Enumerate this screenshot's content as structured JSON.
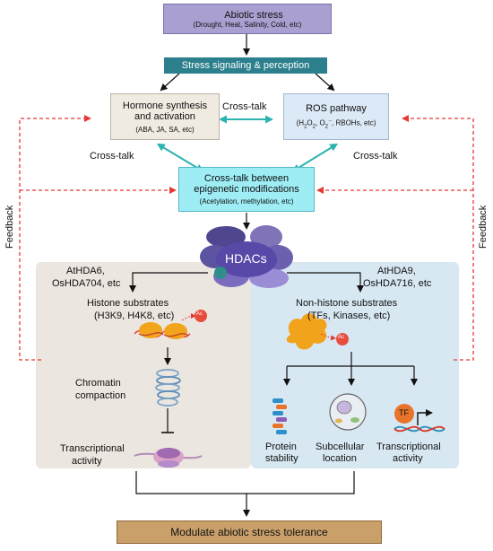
{
  "abiotic_stress": {
    "title": "Abiotic stress",
    "examples": "(Drought, Heat, Salinity, Cold, etc)"
  },
  "signaling": "Stress signaling & perception",
  "hormone": {
    "title_line1": "Hormone synthesis",
    "title_line2": "and activation",
    "examples": "(ABA, JA, SA, etc)"
  },
  "ros": {
    "title": "ROS pathway",
    "examples_a": "(H",
    "examples_sub2a": "2",
    "examples_b": "O",
    "examples_sub2b": "2",
    "examples_c": ", O",
    "examples_sub2c": "2",
    "examples_sup": "·-",
    "examples_d": ", RBOHs, etc)"
  },
  "crosstalk_labels": {
    "top": "Cross-talk",
    "left": "Cross-talk",
    "right": "Cross-talk"
  },
  "epigenetic": {
    "title_line1": "Cross-talk between",
    "title_line2": "epigenetic modifications",
    "examples": "(Acetylation, methylation, etc)"
  },
  "feedback": {
    "left": "Feedback",
    "right": "Feedback"
  },
  "hdacs": "HDACs",
  "left_panel": {
    "enzymes_line1": "AtHDA6,",
    "enzymes_line2": "OsHDA704, etc",
    "substrates_line1": "Histone substrates",
    "substrates_line2": "(H3K9, H4K8, etc)",
    "ac": "Ac",
    "chromatin_line1": "Chromatin",
    "chromatin_line2": "compaction",
    "transcription_line1": "Transcriptional",
    "transcription_line2": "activity"
  },
  "right_panel": {
    "enzymes_line1": "AtHDA9,",
    "enzymes_line2": "OsHDA716, etc",
    "substrates_line1": "Non-histone substrates",
    "substrates_line2": "(TFs, Kinases, etc)",
    "ac": "Ac",
    "tf": "TF",
    "outcomes": [
      {
        "line1": "Protein",
        "line2": "stability"
      },
      {
        "line1": "Subcellular",
        "line2": "location"
      },
      {
        "line1": "Transcriptional",
        "line2": "activity"
      }
    ]
  },
  "result": "Modulate abiotic stress tolerance",
  "colors": {
    "stress_box": "#a99fd0",
    "signaling_bar": "#2c7f8c",
    "hormone_box": "#f0ebe1",
    "ros_box": "#dce9f6",
    "epi_box": "#9eedf5",
    "crosstalk_arrow": "#2bb3b0",
    "feedback": "#e53935",
    "left_panel": "#ebe6df",
    "right_panel": "#d7e8f3",
    "result_box": "#c9a06a",
    "ac_circle": "#e84c3d"
  },
  "icons": [
    "lightning-icon",
    "hdac-enzyme-icon",
    "nucleosome-icon",
    "chromatin-icon",
    "transcription-complex-icon",
    "substrate-protein-icon",
    "protein-icon",
    "cell-icon",
    "dna-icon"
  ]
}
